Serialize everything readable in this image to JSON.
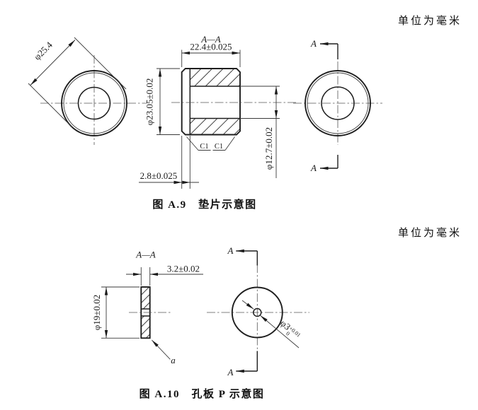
{
  "page": {
    "unit_note_top": "单位为毫米",
    "unit_note_bottom": "单位为毫米"
  },
  "fig_a9": {
    "caption": "图 A.9　垫片示意图",
    "section_label": "A—A",
    "cut_label_top": "A",
    "cut_label_bottom": "A",
    "dims": {
      "front_outer_dia": "φ25.4",
      "length": "22.4±0.025",
      "outer_dia": "φ23.05±0.02",
      "bore_dia": "φ12.7±0.02",
      "flange_width": "2.8±0.025",
      "chamfer_left": "C1",
      "chamfer_right": "C1"
    }
  },
  "fig_a10": {
    "caption": "图 A.10　孔板 P 示意图",
    "section_label": "A—A",
    "cut_label_top": "A",
    "cut_label_bottom": "A",
    "dims": {
      "thickness": "3.2±0.02",
      "outer_dia": "φ19±0.02",
      "hole_dia_base": "φ3",
      "hole_tol_upper": "+0.01",
      "hole_tol_lower": "0",
      "surface_mark": "a"
    }
  }
}
